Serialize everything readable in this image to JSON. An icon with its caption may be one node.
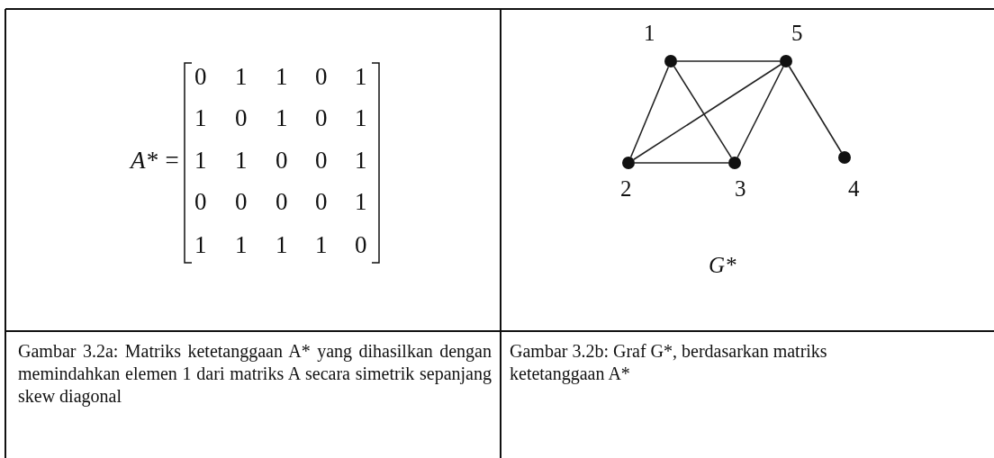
{
  "diagram": {
    "nodes": [
      {
        "text": [],
        "shape": "circle",
        "beside": [
          "1"
        ]
      },
      {
        "text": [],
        "shape": "circle",
        "beside": [
          "5"
        ]
      },
      {
        "text": [],
        "shape": "circle",
        "beside": [
          "2"
        ]
      },
      {
        "text": [],
        "shape": "circle",
        "beside": [
          "3"
        ]
      },
      {
        "text": [],
        "shape": "circle",
        "beside": [
          "4"
        ]
      }
    ],
    "edges": [
      {
        "from": 0,
        "to": 1,
        "arrow": "none"
      },
      {
        "from": 0,
        "to": 2,
        "arrow": "none"
      },
      {
        "from": 0,
        "to": 3,
        "arrow": "none"
      },
      {
        "from": 2,
        "to": 1,
        "arrow": "none"
      },
      {
        "from": 2,
        "to": 3,
        "arrow": "none"
      },
      {
        "from": 1,
        "to": 3,
        "arrow": "none"
      },
      {
        "from": 1,
        "to": 4,
        "arrow": "none"
      }
    ],
    "labels": [
      "A* =",
      "0",
      "1",
      "1",
      "0",
      "1",
      "1",
      "0",
      "1",
      "0",
      "1",
      "1",
      "1",
      "0",
      "0",
      "1",
      "0",
      "0",
      "0",
      "0",
      "1",
      "1",
      "1",
      "1",
      "1",
      "0",
      "G*",
      "Gambar 3.2a: Matriks ketetanggaan A* yang dihasilkan dengan memindahkan elemen 1 dari matriks A secara simetrik sepanjang skew diagonal",
      "Gambar 3.2b: Graf G*, berdasarkan matriks ketetanggaan A*"
    ]
  }
}
